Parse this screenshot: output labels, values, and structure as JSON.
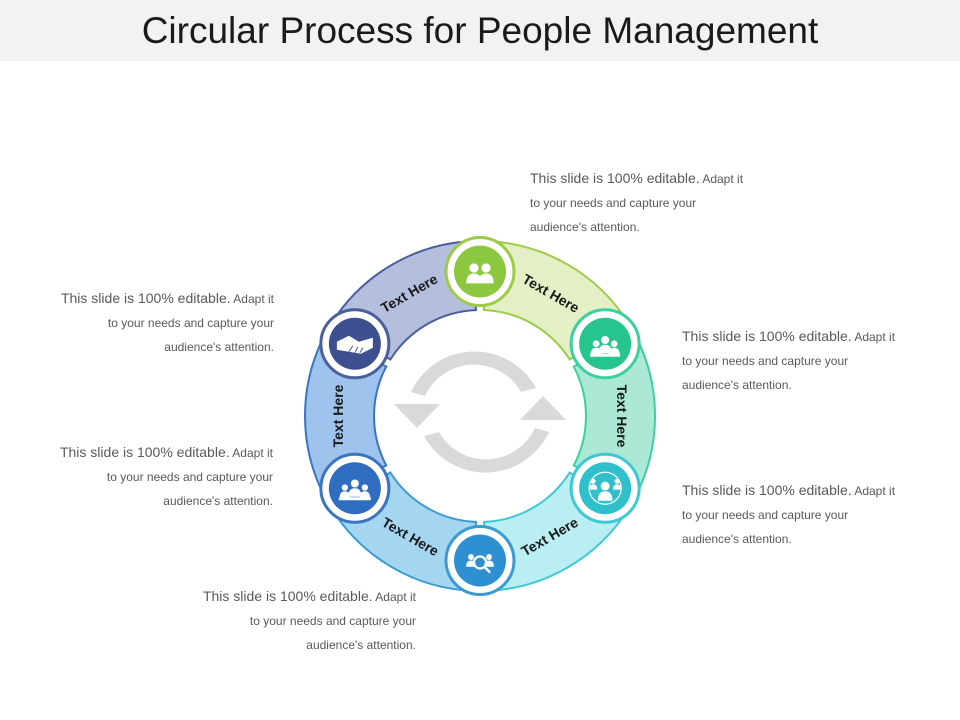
{
  "title": "Circular Process for People Management",
  "segments": [
    {
      "label": "Text Here",
      "fill": "#e3f0c6",
      "stroke": "#9ccb46",
      "icon": "two-people-icon",
      "node_color": "#8dc63f",
      "node_ring": "#9ccb46"
    },
    {
      "label": "Text Here",
      "fill": "#abe8d5",
      "stroke": "#3ccf9f",
      "icon": "group-of-people-icon",
      "node_color": "#26c58d",
      "node_ring": "#3ccf9f"
    },
    {
      "label": "Text Here",
      "fill": "#b9eef3",
      "stroke": "#3cc9d3",
      "icon": "team-network-icon",
      "node_color": "#30c0cc",
      "node_ring": "#3cc9d3"
    },
    {
      "label": "Text Here",
      "fill": "#a5d6f1",
      "stroke": "#3b9ad3",
      "icon": "people-search-icon",
      "node_color": "#2e8fd1",
      "node_ring": "#3b9ad3"
    },
    {
      "label": "Text Here",
      "fill": "#9ec3ec",
      "stroke": "#3a75c0",
      "icon": "team-group-icon",
      "node_color": "#2f6dc0",
      "node_ring": "#3a75c0"
    },
    {
      "label": "Text Here",
      "fill": "#b4bfde",
      "stroke": "#4a5f9c",
      "icon": "handshake-icon",
      "node_color": "#3d4f8f",
      "node_ring": "#4a5f9c"
    }
  ],
  "descriptions": [
    {
      "lead": "This slide is 100% editable.",
      "rest": " Adapt it",
      "line2": "to your needs and capture your",
      "line3": "audience's attention."
    },
    {
      "lead": "This slide is 100% editable.",
      "rest": " Adapt it",
      "line2": "to your needs and capture your",
      "line3": "audience's attention."
    },
    {
      "lead": "This slide is 100% editable.",
      "rest": " Adapt it",
      "line2": "to your needs and capture your",
      "line3": "audience's attention."
    },
    {
      "lead": "This slide is 100% editable.",
      "rest": " Adapt it",
      "line2": "to your needs and capture your",
      "line3": "audience's attention."
    },
    {
      "lead": "This slide is 100% editable.",
      "rest": " Adapt it",
      "line2": "to your needs and capture your",
      "line3": "audience's attention."
    },
    {
      "lead": "This slide is 100% editable.",
      "rest": " Adapt it",
      "line2": "to your needs and capture your",
      "line3": "audience's attention."
    }
  ],
  "center_icon": "refresh-cycle-icon",
  "center_color": "#d9d9d9"
}
